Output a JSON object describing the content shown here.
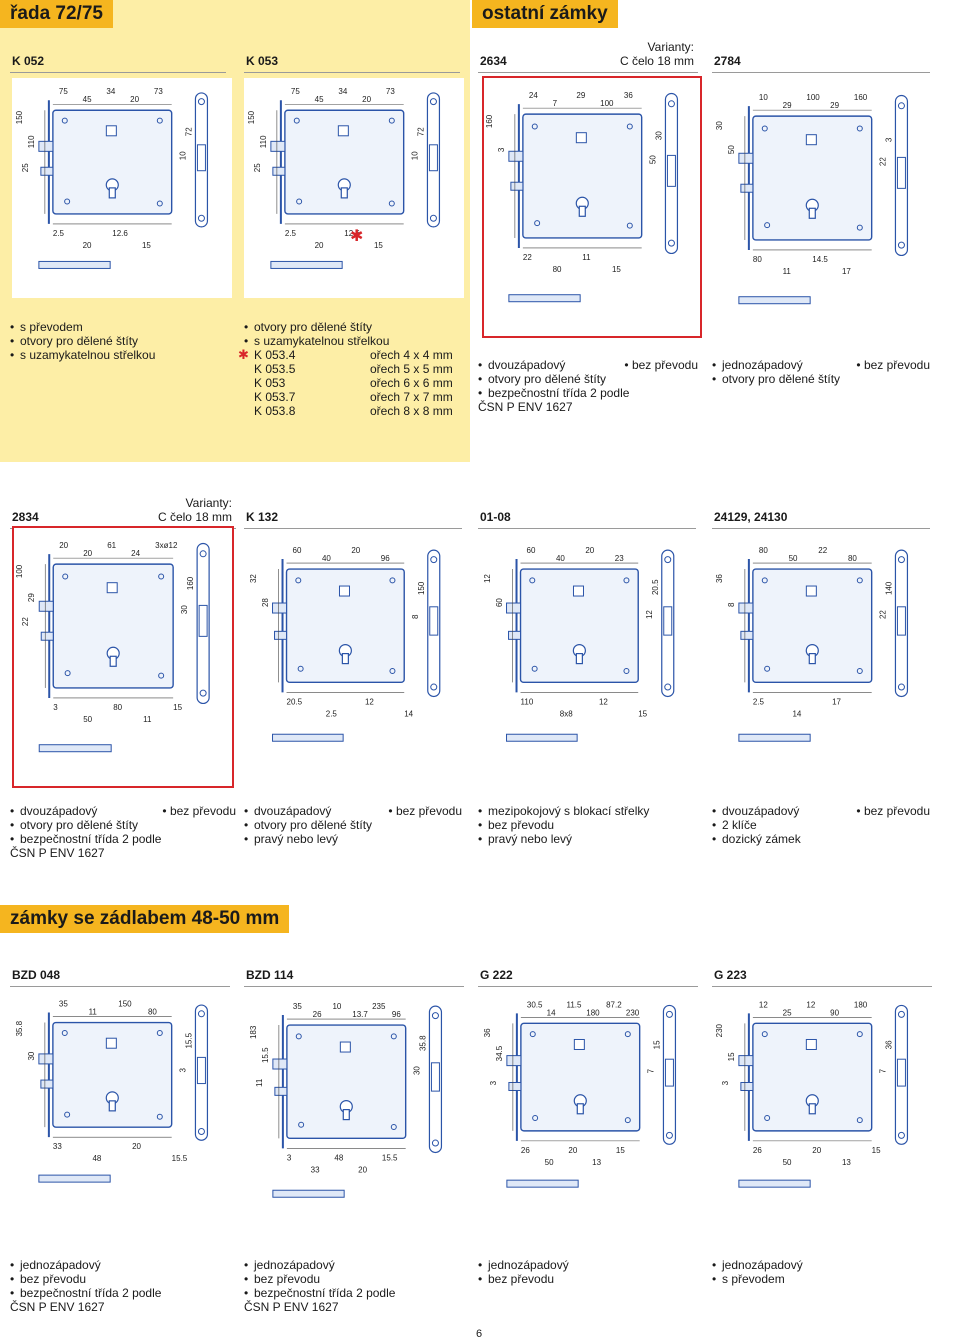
{
  "sections": {
    "rada": "řada 72/75",
    "ostatni": "ostatní zámky",
    "zadlab": "zámky se zádlabem 48-50 mm"
  },
  "page_number": "6",
  "items": [
    {
      "code": "K 052",
      "bullets": [
        "s převodem",
        "otvory pro dělené štíty",
        "s uzamykatelnou střelkou"
      ],
      "dims": [
        "75",
        "45",
        "34",
        "20",
        "73",
        "150",
        "72",
        "110",
        "10",
        "25",
        "2.5",
        "20",
        "12.6",
        "15"
      ]
    },
    {
      "code": "K 053",
      "bullets": [
        "otvory pro dělené štíty",
        "s uzamykatelnou střelkou"
      ],
      "sizes": [
        [
          "K 053.4",
          "ořech 4 x 4 mm"
        ],
        [
          "K 053.5",
          "ořech 5 x 5 mm"
        ],
        [
          "K 053",
          "ořech 6 x 6 mm"
        ],
        [
          "K 053.7",
          "ořech 7 x 7 mm"
        ],
        [
          "K 053.8",
          "ořech 8 x 8 mm"
        ]
      ],
      "dims": [
        "75",
        "45",
        "34",
        "20",
        "73",
        "150",
        "72",
        "110",
        "10",
        "25",
        "2.5",
        "20",
        "12.6",
        "15"
      ]
    },
    {
      "code": "2634",
      "variant_label": "Varianty:",
      "variant": "C čelo 18 mm",
      "bullets": [
        "dvouzápadový",
        "otvory pro dělené štíty",
        "bezpečnostní třída 2 podle"
      ],
      "bullet_right": "bez převodu",
      "extra": "ČSN P ENV 1627",
      "dims": [
        "24",
        "7",
        "29",
        "100",
        "36",
        "160",
        "30",
        "3",
        "50",
        "22",
        "80",
        "11",
        "15"
      ]
    },
    {
      "code": "2784",
      "bullets": [
        "jednozápadový",
        "otvory pro dělené štíty"
      ],
      "bullet_right": "bez převodu",
      "dims": [
        "10",
        "29",
        "100",
        "29",
        "160",
        "30",
        "3",
        "50",
        "22",
        "80",
        "11",
        "14.5",
        "17"
      ]
    },
    {
      "code": "2834",
      "variant_label": "Varianty:",
      "variant": "C čelo 18 mm",
      "bullets": [
        "dvouzápadový",
        "otvory pro dělené štíty",
        "bezpečnostní třída 2 podle"
      ],
      "bullet_right": "bez převodu",
      "extra": "ČSN P ENV 1627",
      "dims": [
        "20",
        "20",
        "61",
        "24",
        "3xø12",
        "100",
        "160",
        "29",
        "30",
        "22",
        "3",
        "50",
        "80",
        "11",
        "15"
      ]
    },
    {
      "code": "K 132",
      "bullets": [
        "dvouzápadový",
        "otvory pro dělené štíty",
        "pravý nebo levý"
      ],
      "bullet_right": "bez převodu",
      "dims": [
        "60",
        "40",
        "20",
        "96",
        "32",
        "150",
        "28",
        "8",
        "20.5",
        "2.5",
        "12",
        "14"
      ]
    },
    {
      "code": "01-08",
      "bullets": [
        "mezipokojový s blokací střelky",
        "bez převodu",
        "pravý nebo levý"
      ],
      "dims": [
        "60",
        "40",
        "20",
        "23",
        "12",
        "20.5",
        "60",
        "12",
        "110",
        "8x8",
        "12",
        "15"
      ]
    },
    {
      "code": "24129, 24130",
      "bullets": [
        "dvouzápadový",
        "2 klíče",
        "dozický zámek"
      ],
      "bullet_right": "bez převodu",
      "dims": [
        "80",
        "50",
        "22",
        "80",
        "36",
        "140",
        "8",
        "22",
        "2.5",
        "14",
        "17"
      ]
    },
    {
      "code": "BZD 048",
      "bullets": [
        "jednozápadový",
        "bez převodu",
        "bezpečnostní třída 2 podle"
      ],
      "extra": "ČSN P ENV 1627",
      "dims": [
        "35",
        "11",
        "150",
        "80",
        "35.8",
        "15.5",
        "30",
        "3",
        "33",
        "48",
        "20",
        "15.5"
      ]
    },
    {
      "code": "BZD 114",
      "bullets": [
        "jednozápadový",
        "bez převodu",
        "bezpečnostní třída 2 podle"
      ],
      "extra": "ČSN P ENV 1627",
      "dims": [
        "35",
        "26",
        "10",
        "13.7",
        "235",
        "96",
        "183",
        "35.8",
        "15.5",
        "30",
        "11",
        "3",
        "33",
        "48",
        "20",
        "15.5"
      ]
    },
    {
      "code": "G 222",
      "bullets": [
        "jednozápadový",
        "bez převodu"
      ],
      "dims": [
        "30.5",
        "14",
        "11.5",
        "180",
        "87.2",
        "230",
        "36",
        "15",
        "34.5",
        "7",
        "3",
        "26",
        "50",
        "20",
        "13",
        "15"
      ]
    },
    {
      "code": "G 223",
      "bullets": [
        "jednozápadový",
        "s převodem"
      ],
      "dims": [
        "12",
        "25",
        "12",
        "90",
        "180",
        "230",
        "36",
        "15",
        "7",
        "3",
        "26",
        "50",
        "20",
        "13",
        "15"
      ]
    }
  ],
  "colors": {
    "yellow_bg": "#fdeea6",
    "accent": "#f5b51f",
    "red_frame": "#d8262a",
    "drawing_blue": "#2b54a8"
  }
}
